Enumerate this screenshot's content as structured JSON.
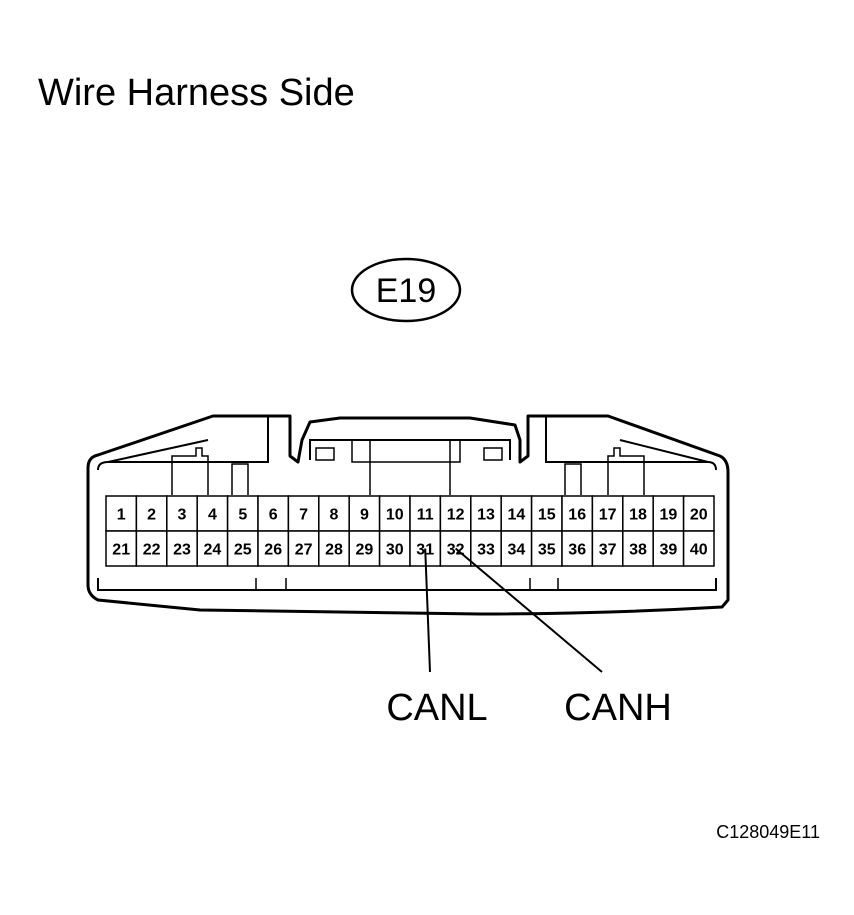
{
  "title": "Wire Harness Side",
  "connector": {
    "id": "E19",
    "rows": [
      [
        "1",
        "2",
        "3",
        "4",
        "5",
        "6",
        "7",
        "8",
        "9",
        "10",
        "11",
        "12",
        "13",
        "14",
        "15",
        "16",
        "17",
        "18",
        "19",
        "20"
      ],
      [
        "21",
        "22",
        "23",
        "24",
        "25",
        "26",
        "27",
        "28",
        "29",
        "30",
        "31",
        "32",
        "33",
        "34",
        "35",
        "36",
        "37",
        "38",
        "39",
        "40"
      ]
    ]
  },
  "signals": [
    {
      "pin": "31",
      "label": "CANL"
    },
    {
      "pin": "32",
      "label": "CANH"
    }
  ],
  "doc_code": "C128049E11"
}
